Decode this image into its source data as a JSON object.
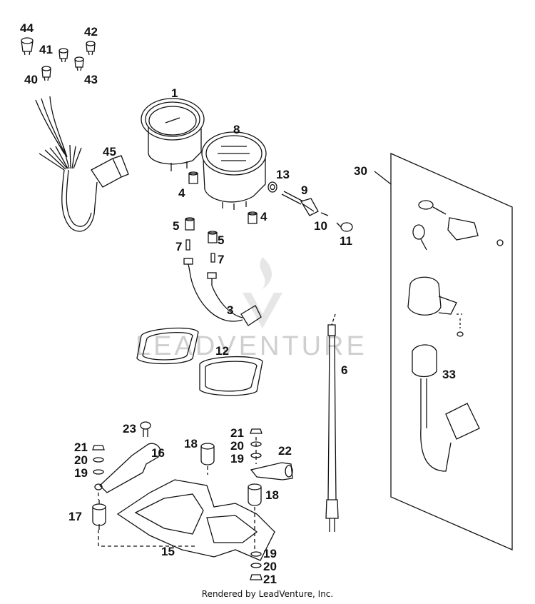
{
  "callouts": {
    "c1": "1",
    "c3": "3",
    "c4a": "4",
    "c4b": "4",
    "c5a": "5",
    "c5b": "5",
    "c6": "6",
    "c7a": "7",
    "c7b": "7",
    "c8": "8",
    "c9": "9",
    "c10": "10",
    "c11": "11",
    "c12": "12",
    "c13": "13",
    "c15": "15",
    "c16": "16",
    "c17": "17",
    "c18a": "18",
    "c18b": "18",
    "c19a": "19",
    "c19b": "19",
    "c19c": "19",
    "c20a": "20",
    "c20b": "20",
    "c20c": "20",
    "c21a": "21",
    "c21b": "21",
    "c21c": "21",
    "c22": "22",
    "c23": "23",
    "c30": "30",
    "c33": "33",
    "c40": "40",
    "c41": "41",
    "c42": "42",
    "c43": "43",
    "c44": "44",
    "c45": "45"
  },
  "watermark": "LEADVENTURE",
  "footer": "Rendered by LeadVenture, Inc."
}
